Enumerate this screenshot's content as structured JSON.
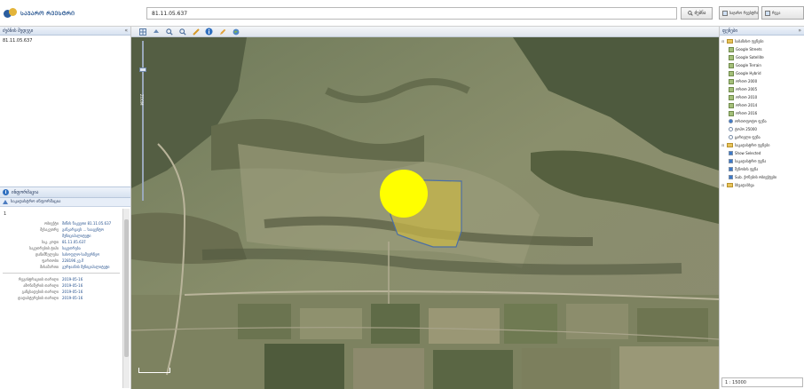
{
  "header": {
    "logo_text": "ᲡᲐᲯᲐᲠᲝ ᲠᲔᲔᲡᲢᲠᲘ",
    "search_value": "81.11.05.637",
    "search_button": "ძებნა",
    "button_a": "საჯარო რეესტრი",
    "button_b": "რუკა"
  },
  "left_panel": {
    "title": "ძებნის შედეგი",
    "result": "81.11.05.637",
    "info_title": "ინფორმაცია",
    "info_subtitle": "საკადასტრო ინფორმაცია",
    "row_index": "1",
    "attributes": [
      {
        "key": "ობიექტი",
        "value": "მიწის ნაკვეთი 81.11.05.637"
      },
      {
        "key": "მესაკუთრე",
        "value": "განკარგავს ... სააგენტო"
      },
      {
        "key": "",
        "value": "მუნიციპალიტეტი"
      },
      {
        "key": "საკ. კოდი",
        "value": "81.11.05.637"
      },
      {
        "key": "საკუთრების ტიპი",
        "value": "საკუთრება"
      },
      {
        "key": "დანიშნულება",
        "value": "სასოფლო-სამეურნეო"
      },
      {
        "key": "ფართობი",
        "value": "228196 კვ.მ"
      },
      {
        "key": "მისამართი",
        "value": "გურჯაანის მუნიციპალიტეტი"
      }
    ],
    "extra_attributes": [
      {
        "key": "რეგისტრაციის თარიღი",
        "value": "2019-05-16"
      },
      {
        "key": "ამონაწერის თარიღი",
        "value": "2019-05-16"
      },
      {
        "key": "განცხადების თარიღი",
        "value": "2019-05-16"
      },
      {
        "key": "დადასტურების თარიღი",
        "value": "2019-05-16"
      }
    ]
  },
  "toolbar": {
    "icons": [
      "grid-icon",
      "pan-icon",
      "zoom-in-icon",
      "zoom-out-icon",
      "ruler-icon",
      "info-icon",
      "edit-icon",
      "globe-icon"
    ]
  },
  "map": {
    "zoom_label": "ZOOM",
    "scale_label": ""
  },
  "layers": {
    "title": "ფენები",
    "tree": [
      {
        "type": "folder",
        "label": "საბაზისო ფენები",
        "depth": 0
      },
      {
        "type": "layer",
        "label": "Google Streets",
        "depth": 1,
        "checked": false
      },
      {
        "type": "layer",
        "label": "Google Satellite",
        "depth": 1,
        "checked": false
      },
      {
        "type": "layer",
        "label": "Google Terrain",
        "depth": 1,
        "checked": false
      },
      {
        "type": "layer",
        "label": "Google Hybrid",
        "depth": 1,
        "checked": false
      },
      {
        "type": "layer",
        "label": "ორთო 2000",
        "depth": 1,
        "checked": false
      },
      {
        "type": "layer",
        "label": "ორთო 2005",
        "depth": 1,
        "checked": false
      },
      {
        "type": "layer",
        "label": "ორთო 2010",
        "depth": 1,
        "checked": false
      },
      {
        "type": "layer",
        "label": "ორთო 2014",
        "depth": 1,
        "checked": false
      },
      {
        "type": "layer",
        "label": "ორთო 2016",
        "depth": 1,
        "checked": false
      },
      {
        "type": "radio",
        "label": "ორთოფოტო ფენა",
        "depth": 1,
        "checked": true
      },
      {
        "type": "radio",
        "label": "ტოპო 25000",
        "depth": 1,
        "checked": false
      },
      {
        "type": "radio",
        "label": "ცარიელი ფენა",
        "depth": 1,
        "checked": false
      },
      {
        "type": "folder",
        "label": "საკადასტრო ფენები",
        "depth": 0
      },
      {
        "type": "checkbox",
        "label": "Show Selected",
        "depth": 1,
        "checked": true
      },
      {
        "type": "checkbox",
        "label": "საკადასტრო ფენა",
        "depth": 1,
        "checked": true
      },
      {
        "type": "checkbox",
        "label": "შენობის ფენა",
        "depth": 1,
        "checked": true
      },
      {
        "type": "checkbox",
        "label": "Sub. ქონების ობიექტები",
        "depth": 1,
        "checked": true
      },
      {
        "type": "folder",
        "label": "სხვადასხვა",
        "depth": 0
      }
    ],
    "scale": "1 : 15000"
  },
  "colors": {
    "accent": "#2f6fbf",
    "marker": "#ffff00",
    "parcel": "#c7b54a"
  }
}
